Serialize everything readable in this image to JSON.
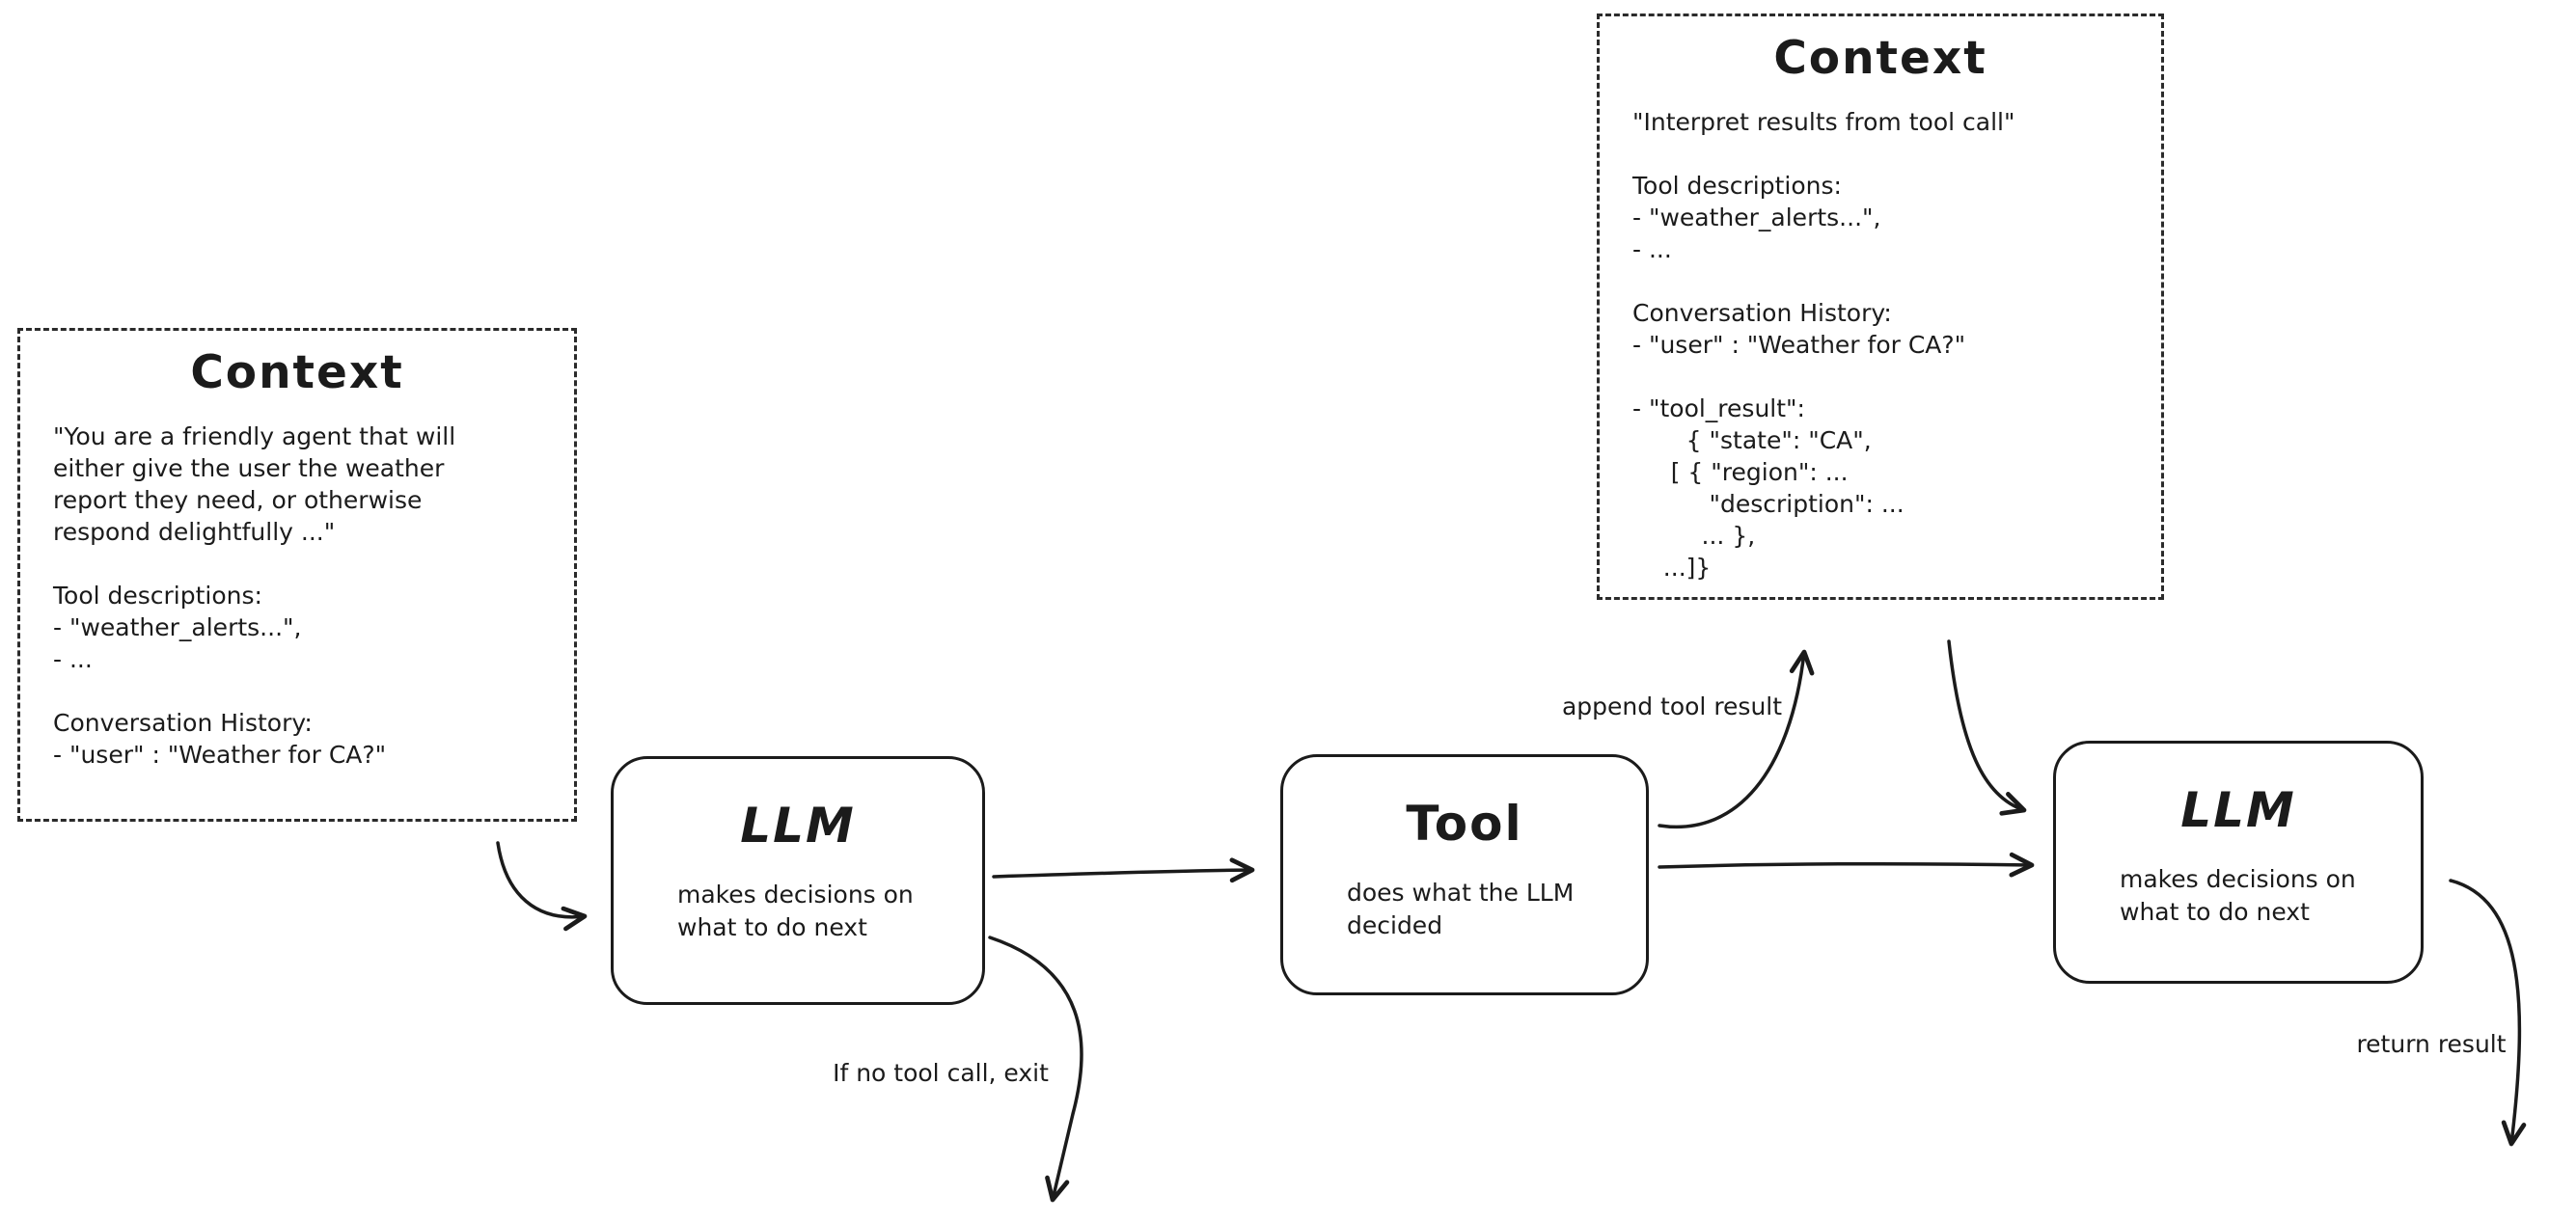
{
  "diagram": {
    "stroke_color": "#1b1b1b",
    "background_color": "#ffffff",
    "context_left": {
      "title": "Context",
      "body": "\"You are a friendly agent that will\neither give the user the weather\nreport they need, or otherwise\nrespond delightfully ...\"\n\nTool descriptions:\n- \"weather_alerts...\",\n- ...\n\nConversation History:\n- \"user\" : \"Weather for CA?\""
    },
    "context_top": {
      "title": "Context",
      "body": "\"Interpret results from tool call\"\n\nTool descriptions:\n- \"weather_alerts...\",\n- ...\n\nConversation History:\n- \"user\" : \"Weather for CA?\"\n\n- \"tool_result\":\n       { \"state\": \"CA\",\n     [ { \"region\": ...\n          \"description\": ...\n         ... },\n    ...]}"
    },
    "nodes": {
      "llm1": {
        "title": "LLM",
        "subtitle": "makes decisions on\nwhat to do next"
      },
      "tool": {
        "title": "Tool",
        "subtitle": "does what the LLM\ndecided"
      },
      "llm2": {
        "title": "LLM",
        "subtitle": "makes decisions on\nwhat to do next"
      }
    },
    "edge_labels": {
      "append_tool_result": "append tool result",
      "no_tool_exit": "If no tool call, exit",
      "return_result": "return result"
    }
  }
}
